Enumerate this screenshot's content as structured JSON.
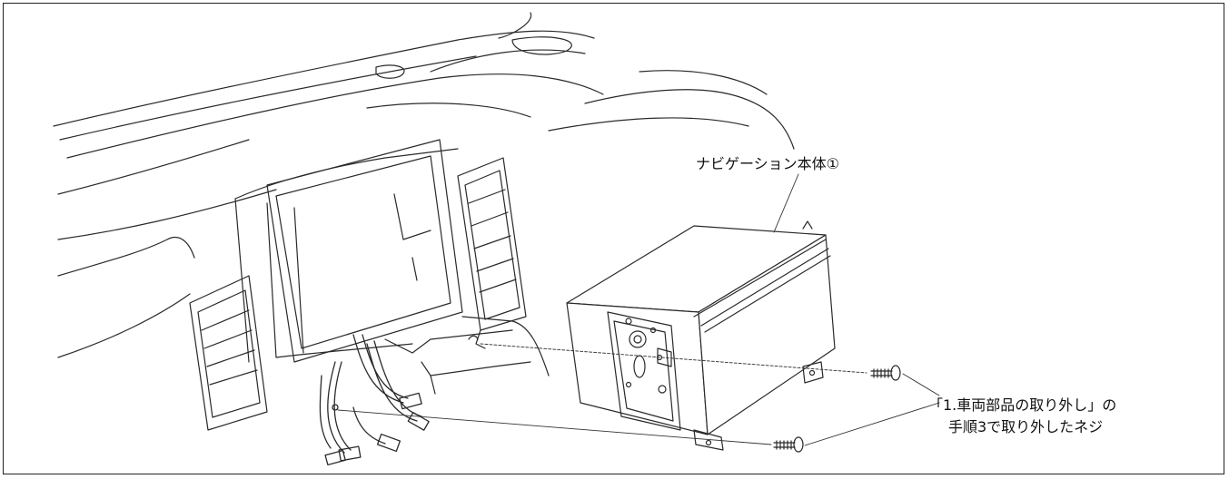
{
  "labels": {
    "navigation_unit": "ナビゲーション本体①",
    "screw_note_line1": "「1.車両部品の取り外し」の",
    "screw_note_line2": "手順3で取り外したネジ"
  }
}
